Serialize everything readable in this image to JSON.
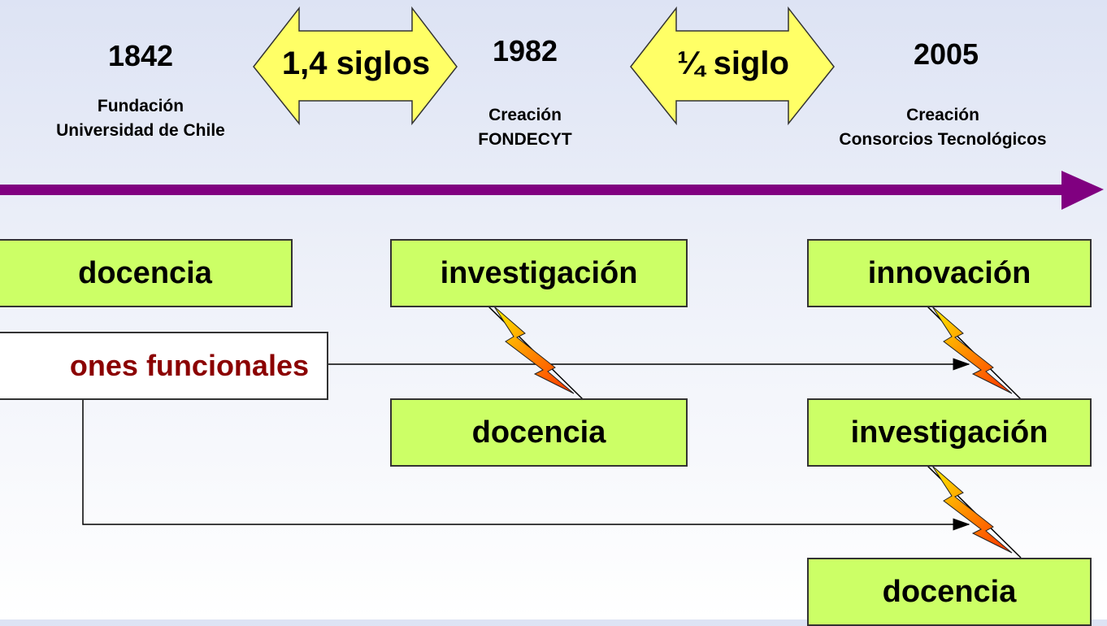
{
  "timeline": {
    "milestones": [
      {
        "year": "1842",
        "line1": "Fundación",
        "line2": "Universidad de Chile"
      },
      {
        "year": "1982",
        "line1": "Creación",
        "line2": "FONDECYT"
      },
      {
        "year": "2005",
        "line1": "Creación",
        "line2": "Consorcios Tecnológicos"
      }
    ],
    "intervals": [
      "1,4 siglos",
      "¼ siglo"
    ]
  },
  "functions_label": "ones funcionales",
  "columns": {
    "1842": [
      "docencia"
    ],
    "1982": [
      "investigación",
      "docencia"
    ],
    "2005": [
      "innovación",
      "investigación",
      "docencia"
    ]
  },
  "colors": {
    "timeline_arrow": "#800080",
    "interval_arrow_fill": "#ffff66",
    "box_fill": "#ccff66",
    "functions_text": "#8b0000",
    "lightning": "#ff6600"
  }
}
